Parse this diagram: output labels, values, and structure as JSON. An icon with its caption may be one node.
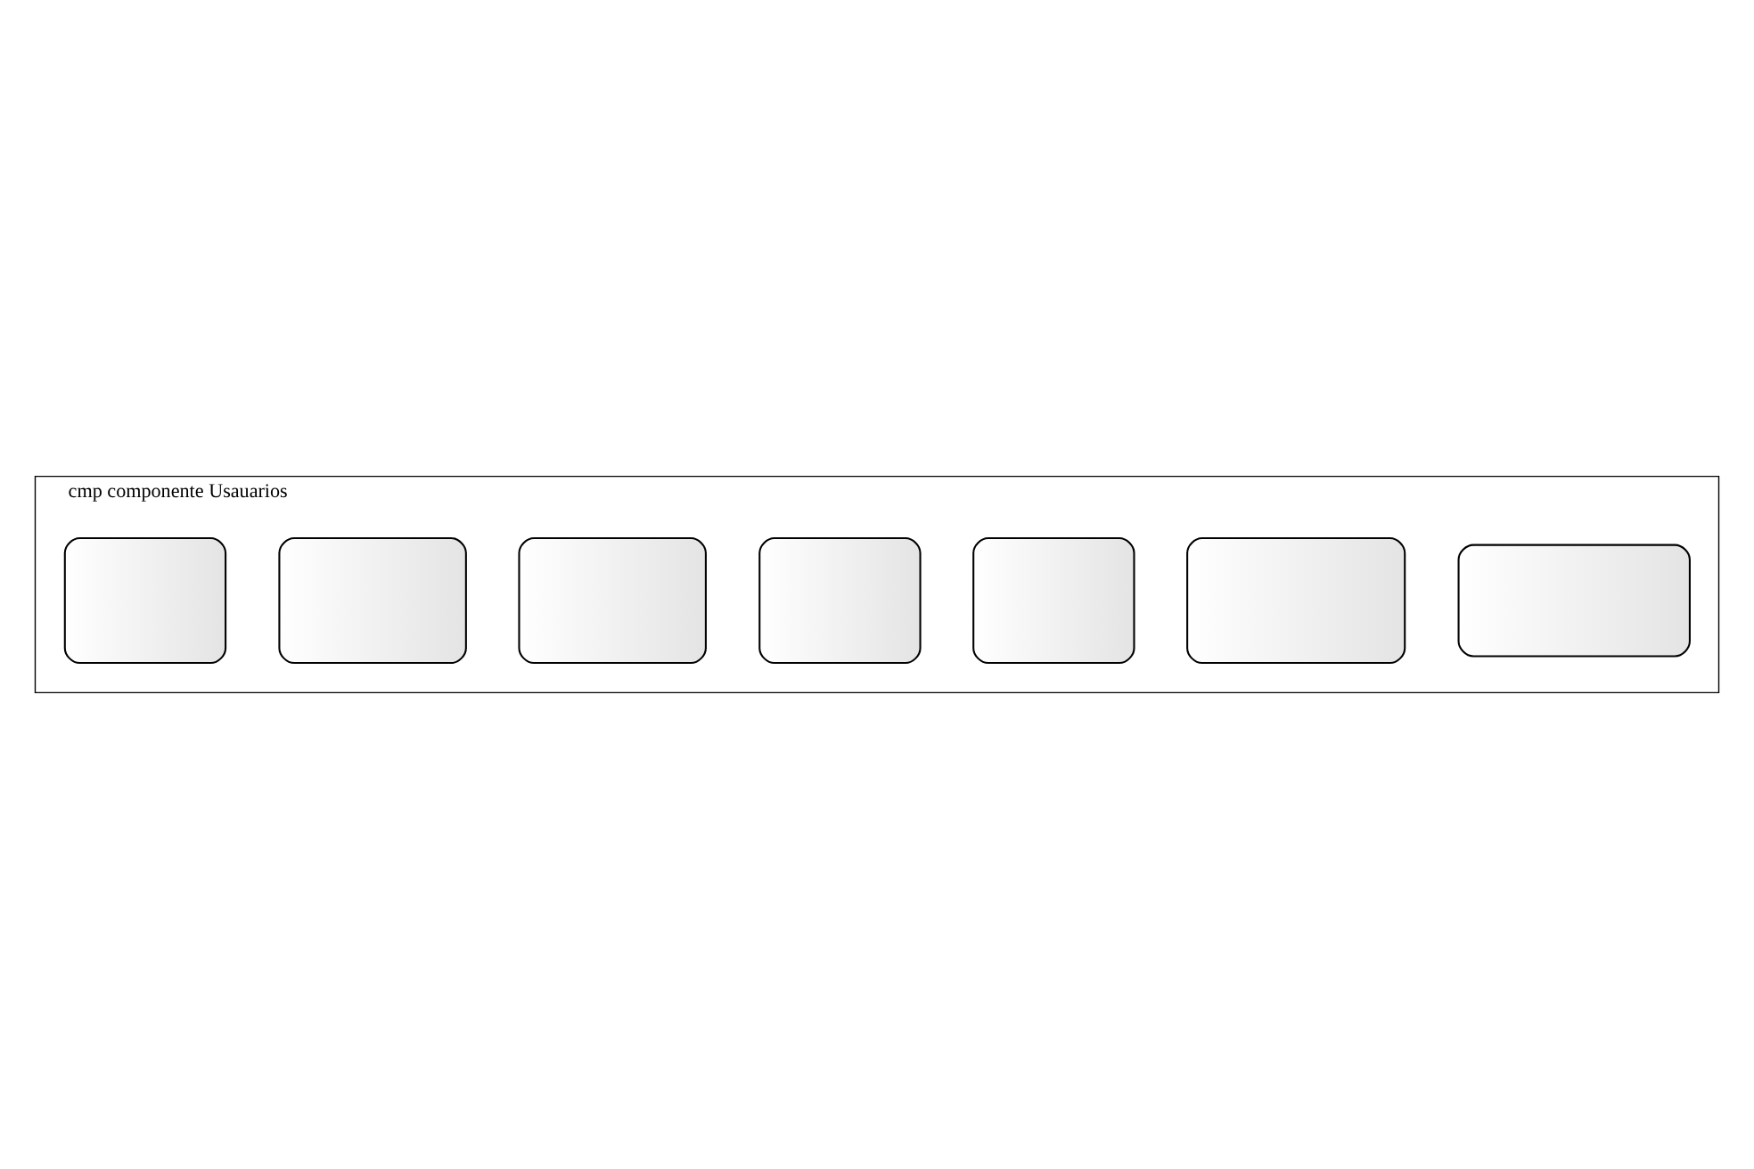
{
  "diagram": {
    "nodes": [
      {
        "text": [
          "cmp componente Usauarios"
        ]
      },
      {
        "text": [],
        "shape": "box",
        "in": 0
      },
      {
        "text": [],
        "shape": "box",
        "in": 0
      },
      {
        "text": [],
        "shape": "box",
        "in": 0
      },
      {
        "text": [],
        "shape": "box",
        "in": 0
      },
      {
        "text": [],
        "shape": "box",
        "in": 0
      },
      {
        "text": [],
        "shape": "box",
        "in": 0
      },
      {
        "text": [],
        "shape": "box",
        "in": 0
      }
    ]
  }
}
